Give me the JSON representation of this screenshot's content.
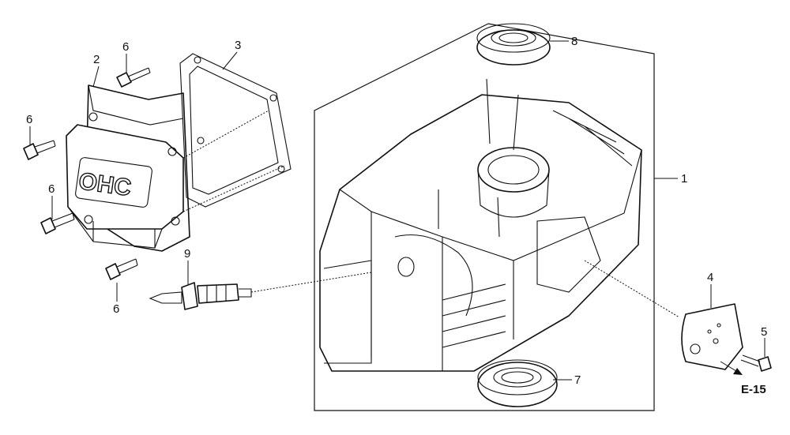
{
  "callouts": {
    "c1": "1",
    "c2": "2",
    "c3": "3",
    "c4": "4",
    "c5": "5",
    "c6a": "6",
    "c6b": "6",
    "c6c": "6",
    "c6d": "6",
    "c7": "7",
    "c8": "8",
    "c9": "9"
  },
  "cover_marking": "OHC",
  "reference": "E-15"
}
